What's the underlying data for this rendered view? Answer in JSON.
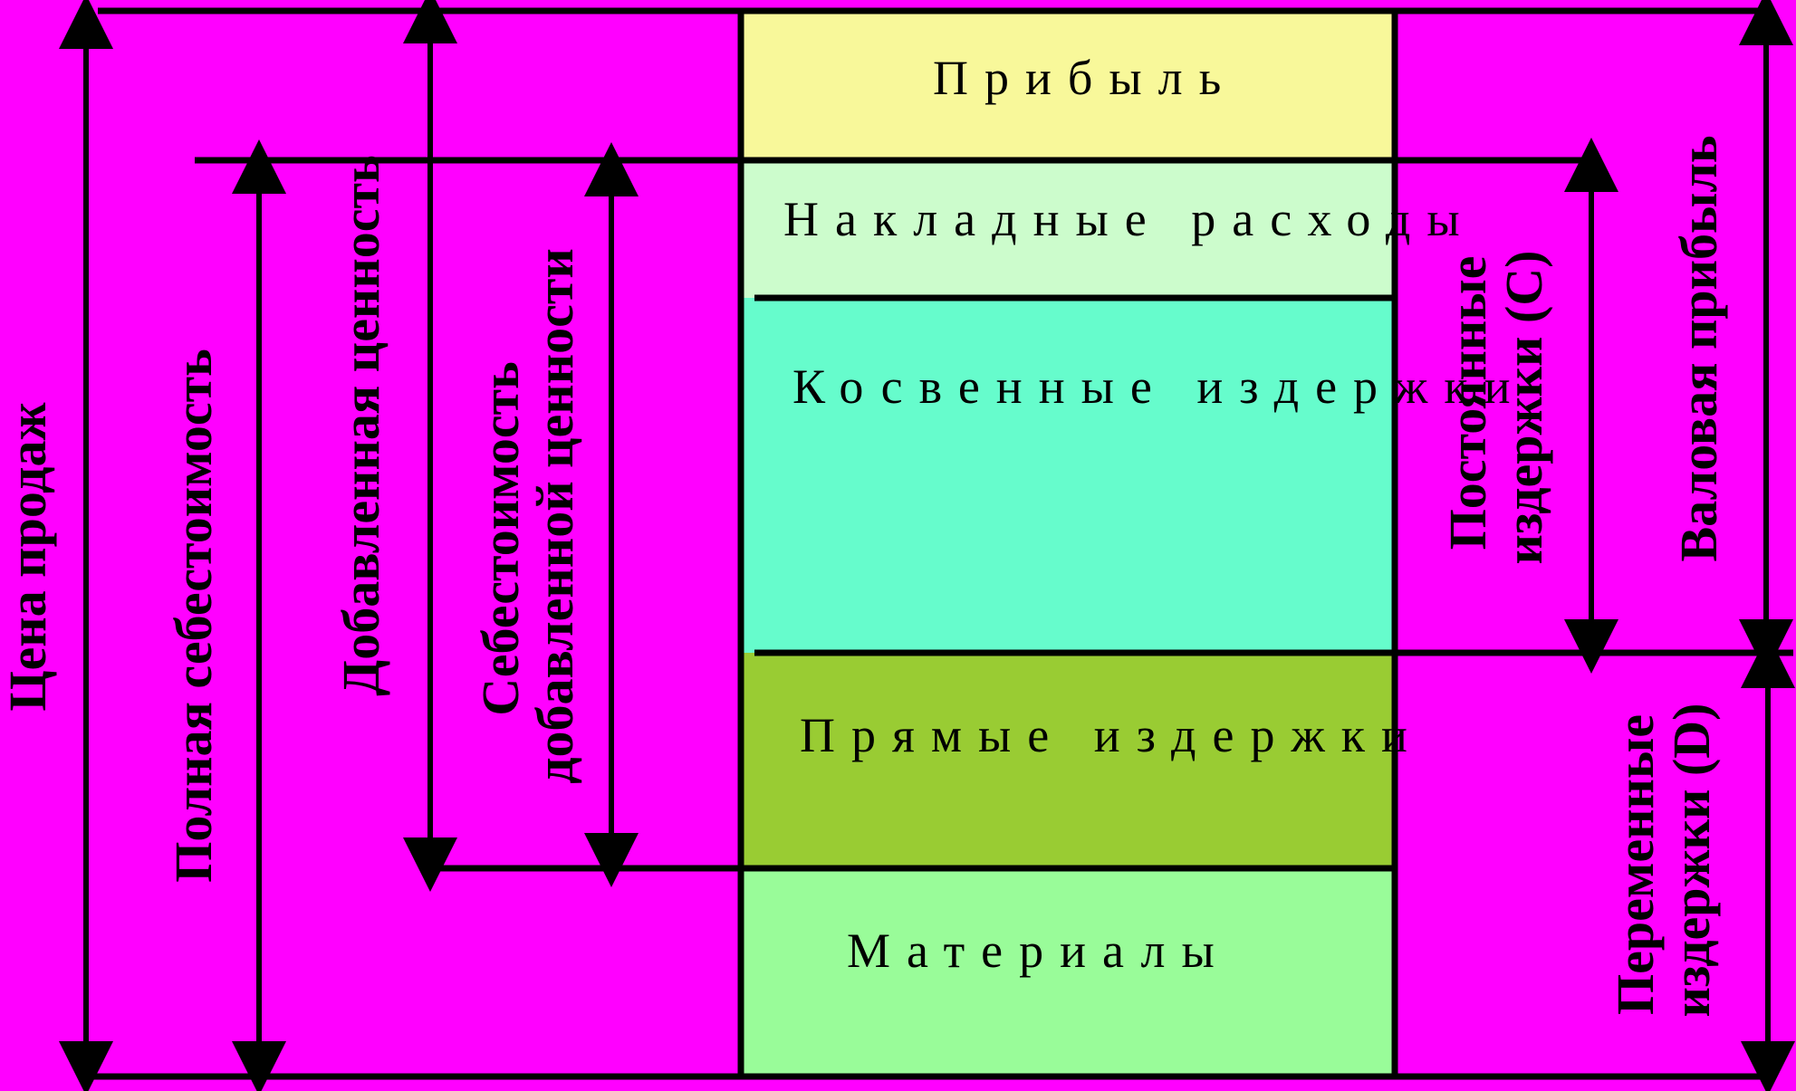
{
  "colors": {
    "background": "#ff00ff",
    "profit": "#f8f89a",
    "overhead": "#ccfccc",
    "indirect": "#66fccc",
    "direct": "#99cc33",
    "materials": "#99fc99",
    "line": "#000000"
  },
  "bands": {
    "profit": "Прибыль",
    "overhead": "Накладные расходы",
    "indirect": "Косвенные издержки",
    "direct": "Прямые издержки",
    "materials": "Материалы"
  },
  "left_labels": {
    "sales_price": "Цена продаж",
    "full_cost": "Полная себестоимость",
    "value_added": "Добавленная ценность",
    "cost_of_value_added_line1": "Себестоимость",
    "cost_of_value_added_line2": "добавленной ценности"
  },
  "right_labels": {
    "fixed_costs_line1": "Постоянные",
    "fixed_costs_line2": "издержки (С)",
    "gross_profit": "Валовая прибыль",
    "variable_costs_line1": "Переменные",
    "variable_costs_line2": "издержки (D)"
  }
}
